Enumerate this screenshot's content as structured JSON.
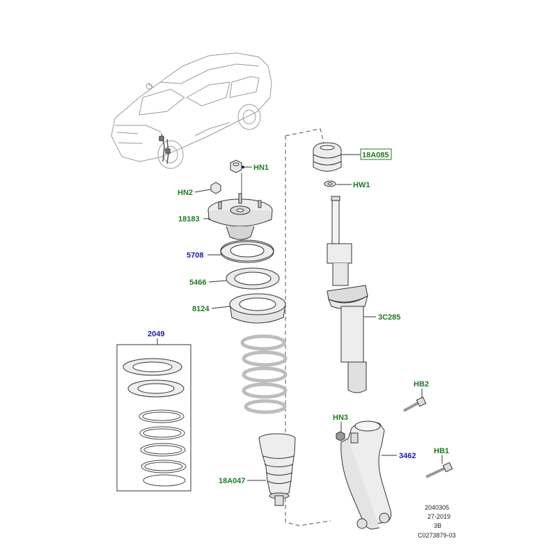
{
  "diagram": {
    "parts": {
      "hn1": "HN1",
      "hn2": "HN2",
      "p18183": "18183",
      "p5708": "5708",
      "p5466": "5466",
      "p8124": "8124",
      "p2049": "2049",
      "p18a047": "18A047",
      "p18a085": "18A085",
      "hw1": "HW1",
      "p3c285": "3C285",
      "hb2": "HB2",
      "hn3": "HN3",
      "p3462": "3462",
      "hb1": "HB1"
    },
    "reference": {
      "code": "2040305",
      "date": "27-2019",
      "rev": "3B",
      "catalog": "C0273879-03"
    },
    "colors": {
      "label_green": "#1f7a1f",
      "label_blue": "#1a1aa8",
      "line": "#444444",
      "part_fill": "#ededed",
      "part_dark": "#cfcfcf"
    }
  }
}
